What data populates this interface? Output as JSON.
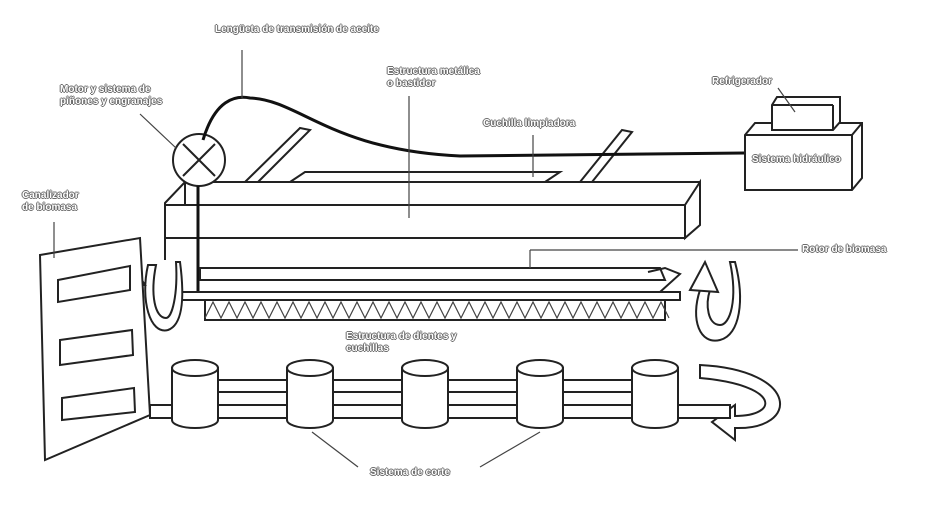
{
  "labels": {
    "oil_line": "Lengüeta de transmisión de aceite",
    "motor": "Motor y sistema de piñones y engranajes",
    "frame": "Estructura metálica o bastidor",
    "cleaning_blade": "Cuchilla limpiadora",
    "cooler": "Refrigerador",
    "hydraulic": "Sistema hidráulico",
    "rotor": "Rotor de biomasa",
    "channel": "Canalizador de biomasa",
    "teeth": "Estructura de dientes y cuchillas",
    "cutting": "Sistema de corte"
  },
  "colors": {
    "line": "#222222",
    "background": "#ffffff"
  }
}
